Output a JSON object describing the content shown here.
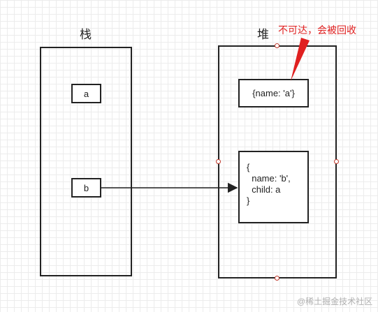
{
  "stack": {
    "title": "栈",
    "vars": [
      "a",
      "b"
    ]
  },
  "heap": {
    "title": "堆",
    "object_a": "{name: 'a'}",
    "object_b_lines": [
      "{",
      "  name: 'b',",
      "  child: a",
      "}"
    ]
  },
  "annotation": {
    "text": "不可达，会被回收",
    "color": "#e02020"
  },
  "watermark": "@稀土掘金技术社区"
}
